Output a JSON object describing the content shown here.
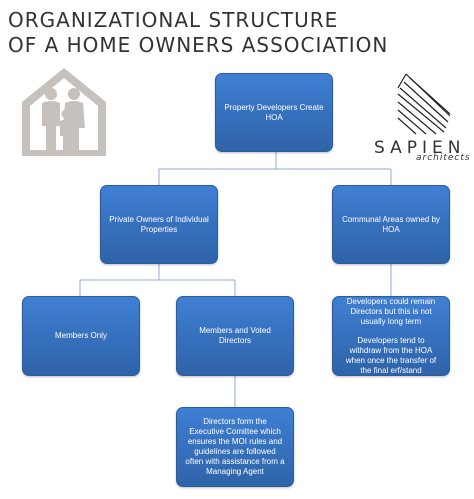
{
  "title": {
    "line1": "ORGANIZATIONAL  STRUCTURE",
    "line2": "OF A HOME OWNERS ASSOCIATION"
  },
  "logo": {
    "name": "SAPIEN",
    "tagline": "architects",
    "icon": "striped-house-icon"
  },
  "family_icon": "family-house-icon",
  "colors": {
    "box": "#3674c4",
    "connector": "#8eaed1",
    "house_icon": "#c7c1bd"
  },
  "nodes": {
    "root": "Property Developers Create HOA",
    "owners": "Private Owners of Individual Properties",
    "communal": "Communal Areas owned by HOA",
    "members_only": "Members Only",
    "members_directors": "Members and Voted Directors",
    "developers_note_1": "Developers could remain Directors but this is not usually long term",
    "developers_note_2": "Developers tend to withdraw from the HOA when once the transfer of the final  erf/stand",
    "executive": "Directors form the Executive Comittee which ensures the MOI rules and guidelines are followed often with assistance from a Managing Agent"
  }
}
